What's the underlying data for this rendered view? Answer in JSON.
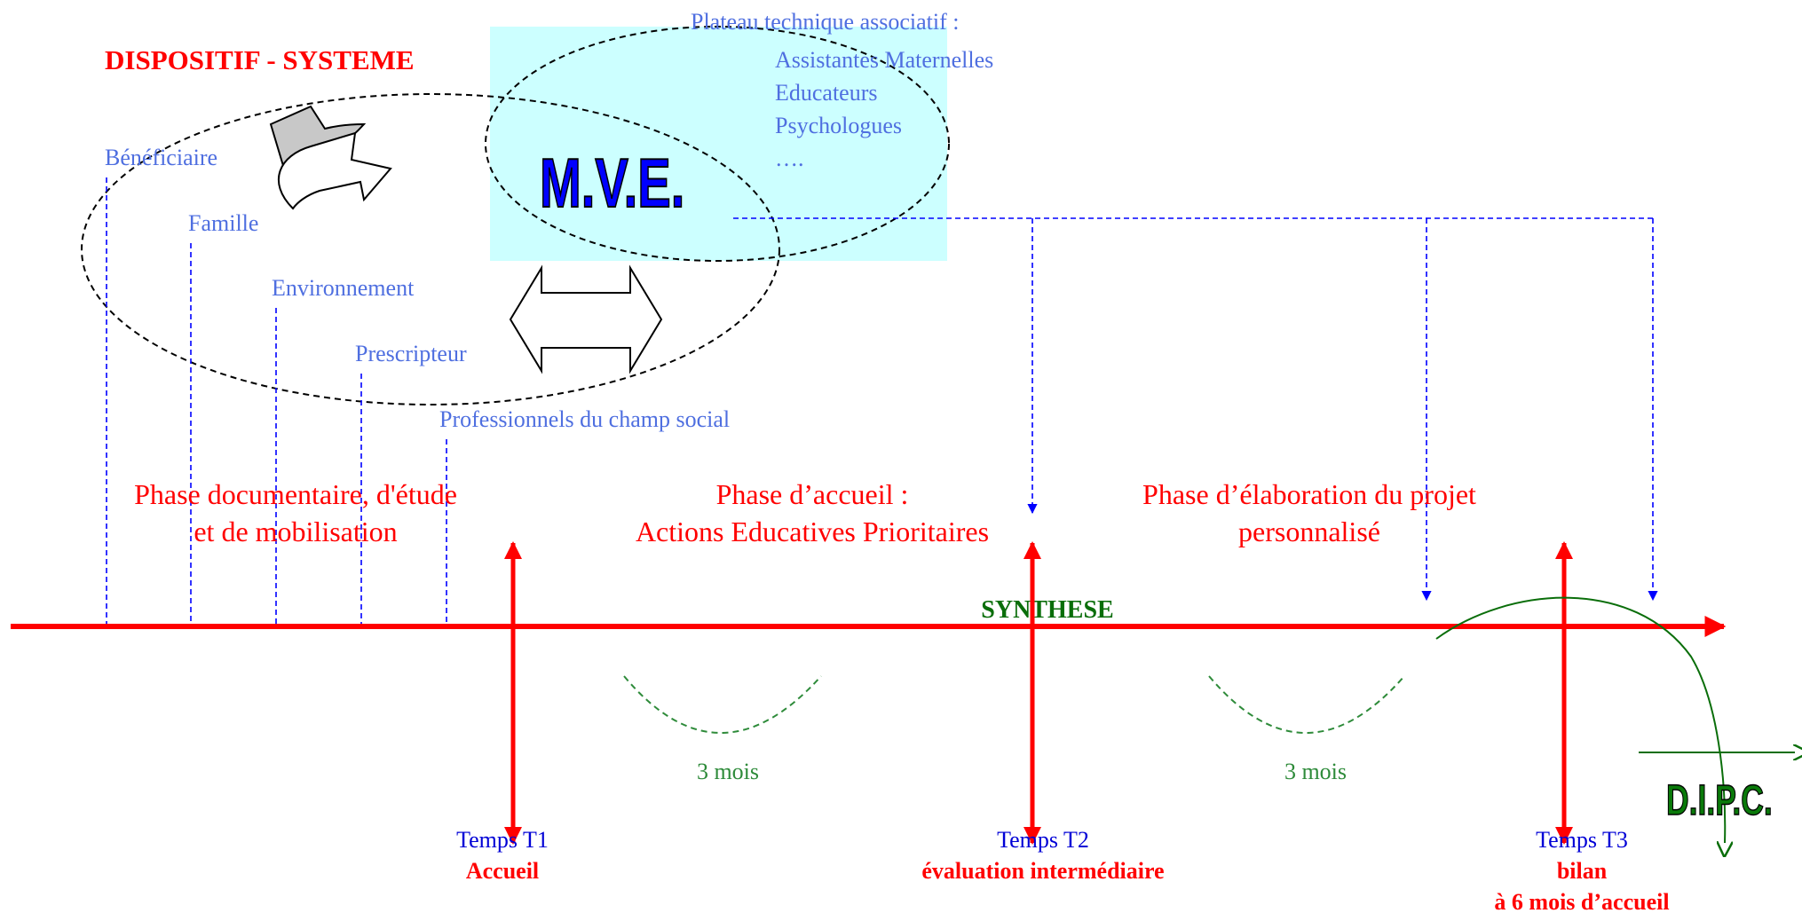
{
  "title": "DISPOSITIF - SYSTEME",
  "mve": {
    "label": "M.V.E.",
    "plateau_heading": "Plateau technique associatif :",
    "plateau_items": [
      "Assistantes Maternelles",
      "Educateurs",
      "Psychologues",
      "…."
    ]
  },
  "actors": [
    "Bénéficiaire",
    "Famille",
    "Environnement",
    "Prescripteur",
    "Professionnels du champ social"
  ],
  "phases": [
    {
      "line1": "Phase documentaire, d'étude",
      "line2": "et de mobilisation"
    },
    {
      "line1": "Phase d’accueil :",
      "line2": "Actions Educatives Prioritaires"
    },
    {
      "line1": "Phase d’élaboration du projet",
      "line2": "personnalisé"
    }
  ],
  "synthese": "SYNTHESE",
  "durations": [
    "3 mois",
    "3 mois"
  ],
  "milestones": [
    {
      "label": "Temps T1",
      "sub": [
        "Accueil"
      ]
    },
    {
      "label": "Temps T2",
      "sub": [
        "évaluation intermédiaire"
      ]
    },
    {
      "label": "Temps T3",
      "sub": [
        "bilan",
        "à 6 mois d’accueil"
      ]
    }
  ],
  "dipc": "D.I.P.C.",
  "colors": {
    "timeline": "#ff0000",
    "title": "#ff0000",
    "labels": "#4f6fe0",
    "temps": "#0000d6",
    "green": "#2e8b3a",
    "dark_green": "#0a6e0a",
    "mve_box": "#ccffff",
    "mve_text": "#0000ff"
  }
}
